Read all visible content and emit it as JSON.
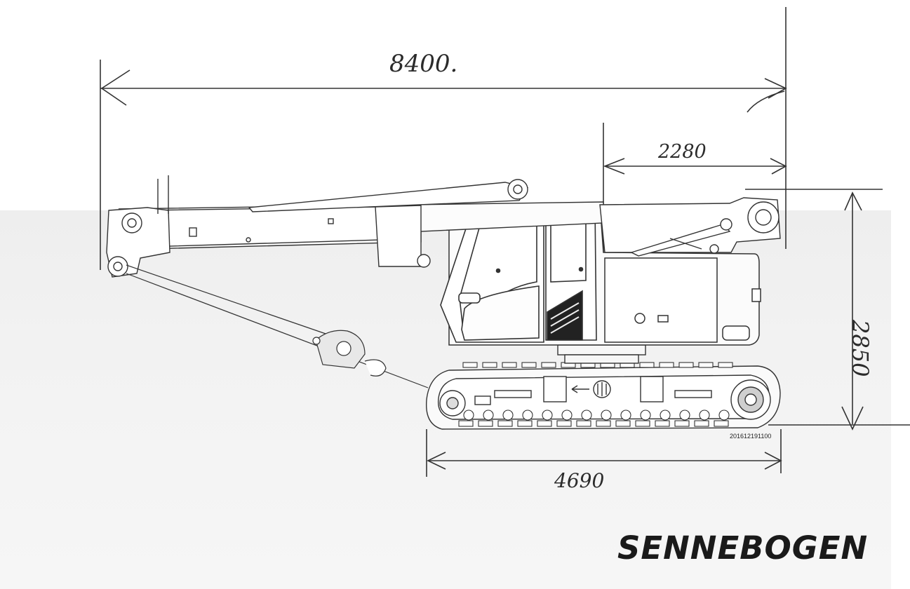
{
  "dimensions": {
    "overall_length": "8400.",
    "rear_to_mast": "2280",
    "height": "2850",
    "track_length": "4690"
  },
  "serial_number": "201612191100",
  "brand": {
    "logo_text": "SENNEBOGEN",
    "color": "#1a1a1a"
  },
  "colors": {
    "line": "#3a3a3a",
    "ink": "#2b2b2b"
  }
}
